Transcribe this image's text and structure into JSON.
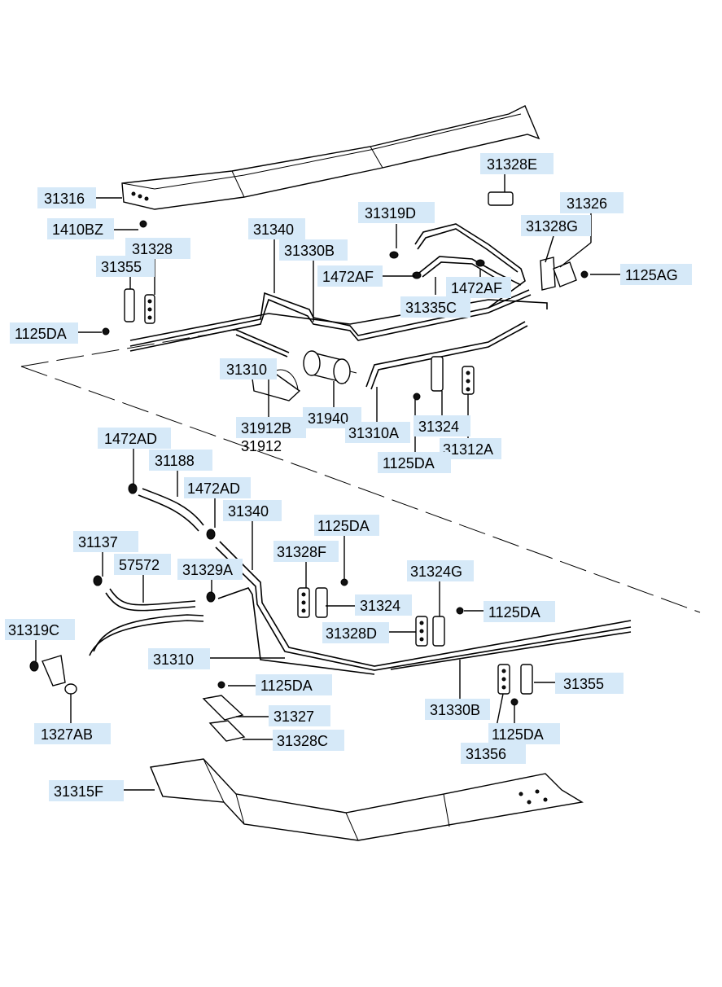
{
  "labels": {
    "p31316": "31316",
    "p1410bz": "1410BZ",
    "p31328_top": "31328",
    "p31355_top": "31355",
    "p1125da_top_left": "1125DA",
    "p31340_top": "31340",
    "p31330b_top": "31330B",
    "p31319d": "31319D",
    "p1472af_left": "1472AF",
    "p1472af_right": "1472AF",
    "p31335c": "31335C",
    "p31328e": "31328E",
    "p31326": "31326",
    "p31328g": "31328G",
    "p1125ag": "1125AG",
    "p31310_top": "31310",
    "p31912b": "31912B",
    "p31912": "31912",
    "p31940": "31940",
    "p31310a": "31310A",
    "p31324_top": "31324",
    "p31312a": "31312A",
    "p1125da_top_mid": "1125DA",
    "p1472ad_left": "1472AD",
    "p31188": "31188",
    "p1472ad_right": "1472AD",
    "p31340_bottom": "31340",
    "p1125da_mid": "1125DA",
    "p31137": "31137",
    "p57572": "57572",
    "p31328f": "31328F",
    "p31329a": "31329A",
    "p31324g": "31324G",
    "p31324_bottom": "31324",
    "p1125da_right_mid": "1125DA",
    "p31319c": "31319C",
    "p31328d": "31328D",
    "p31310_bottom": "31310",
    "p1125da_low": "1125DA",
    "p31355_bottom": "31355",
    "p31330b_bottom": "31330B",
    "p31327": "31327",
    "p1327ab": "1327AB",
    "p31328c": "31328C",
    "p1125da_bottom_right": "1125DA",
    "p31356": "31356",
    "p31315f": "31315F"
  }
}
